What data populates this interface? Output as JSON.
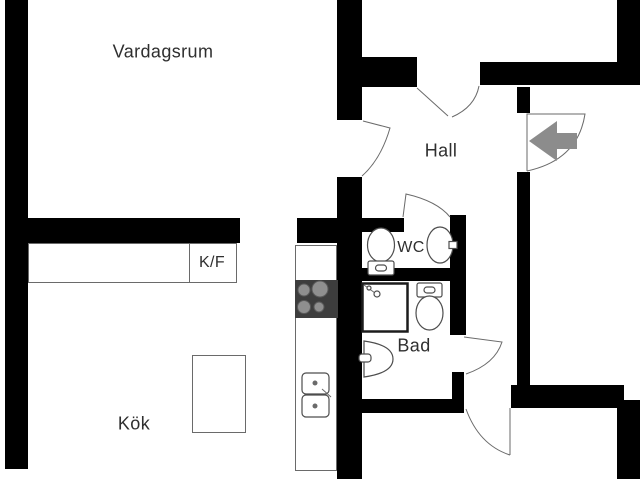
{
  "labels": {
    "vardagsrum": "Vardagsrum",
    "hall": "Hall",
    "wc": "WC",
    "bad": "Bad",
    "kok": "Kök",
    "kf": "K/F"
  },
  "fixtures": [
    "stove",
    "kitchen-sink",
    "fridge-freezer-counter",
    "dining-table",
    "shower",
    "bathroom-sink",
    "bathroom-toilet",
    "wc-toilet",
    "wc-sink",
    "entrance-arrow"
  ],
  "colors": {
    "wall": "#000000",
    "line": "#6a6a6a",
    "text": "#2f2f2f",
    "background": "#ffffff",
    "stove": "#3d3d3d",
    "burner": "#8f8f8f",
    "arrow": "#8c8c8c"
  }
}
